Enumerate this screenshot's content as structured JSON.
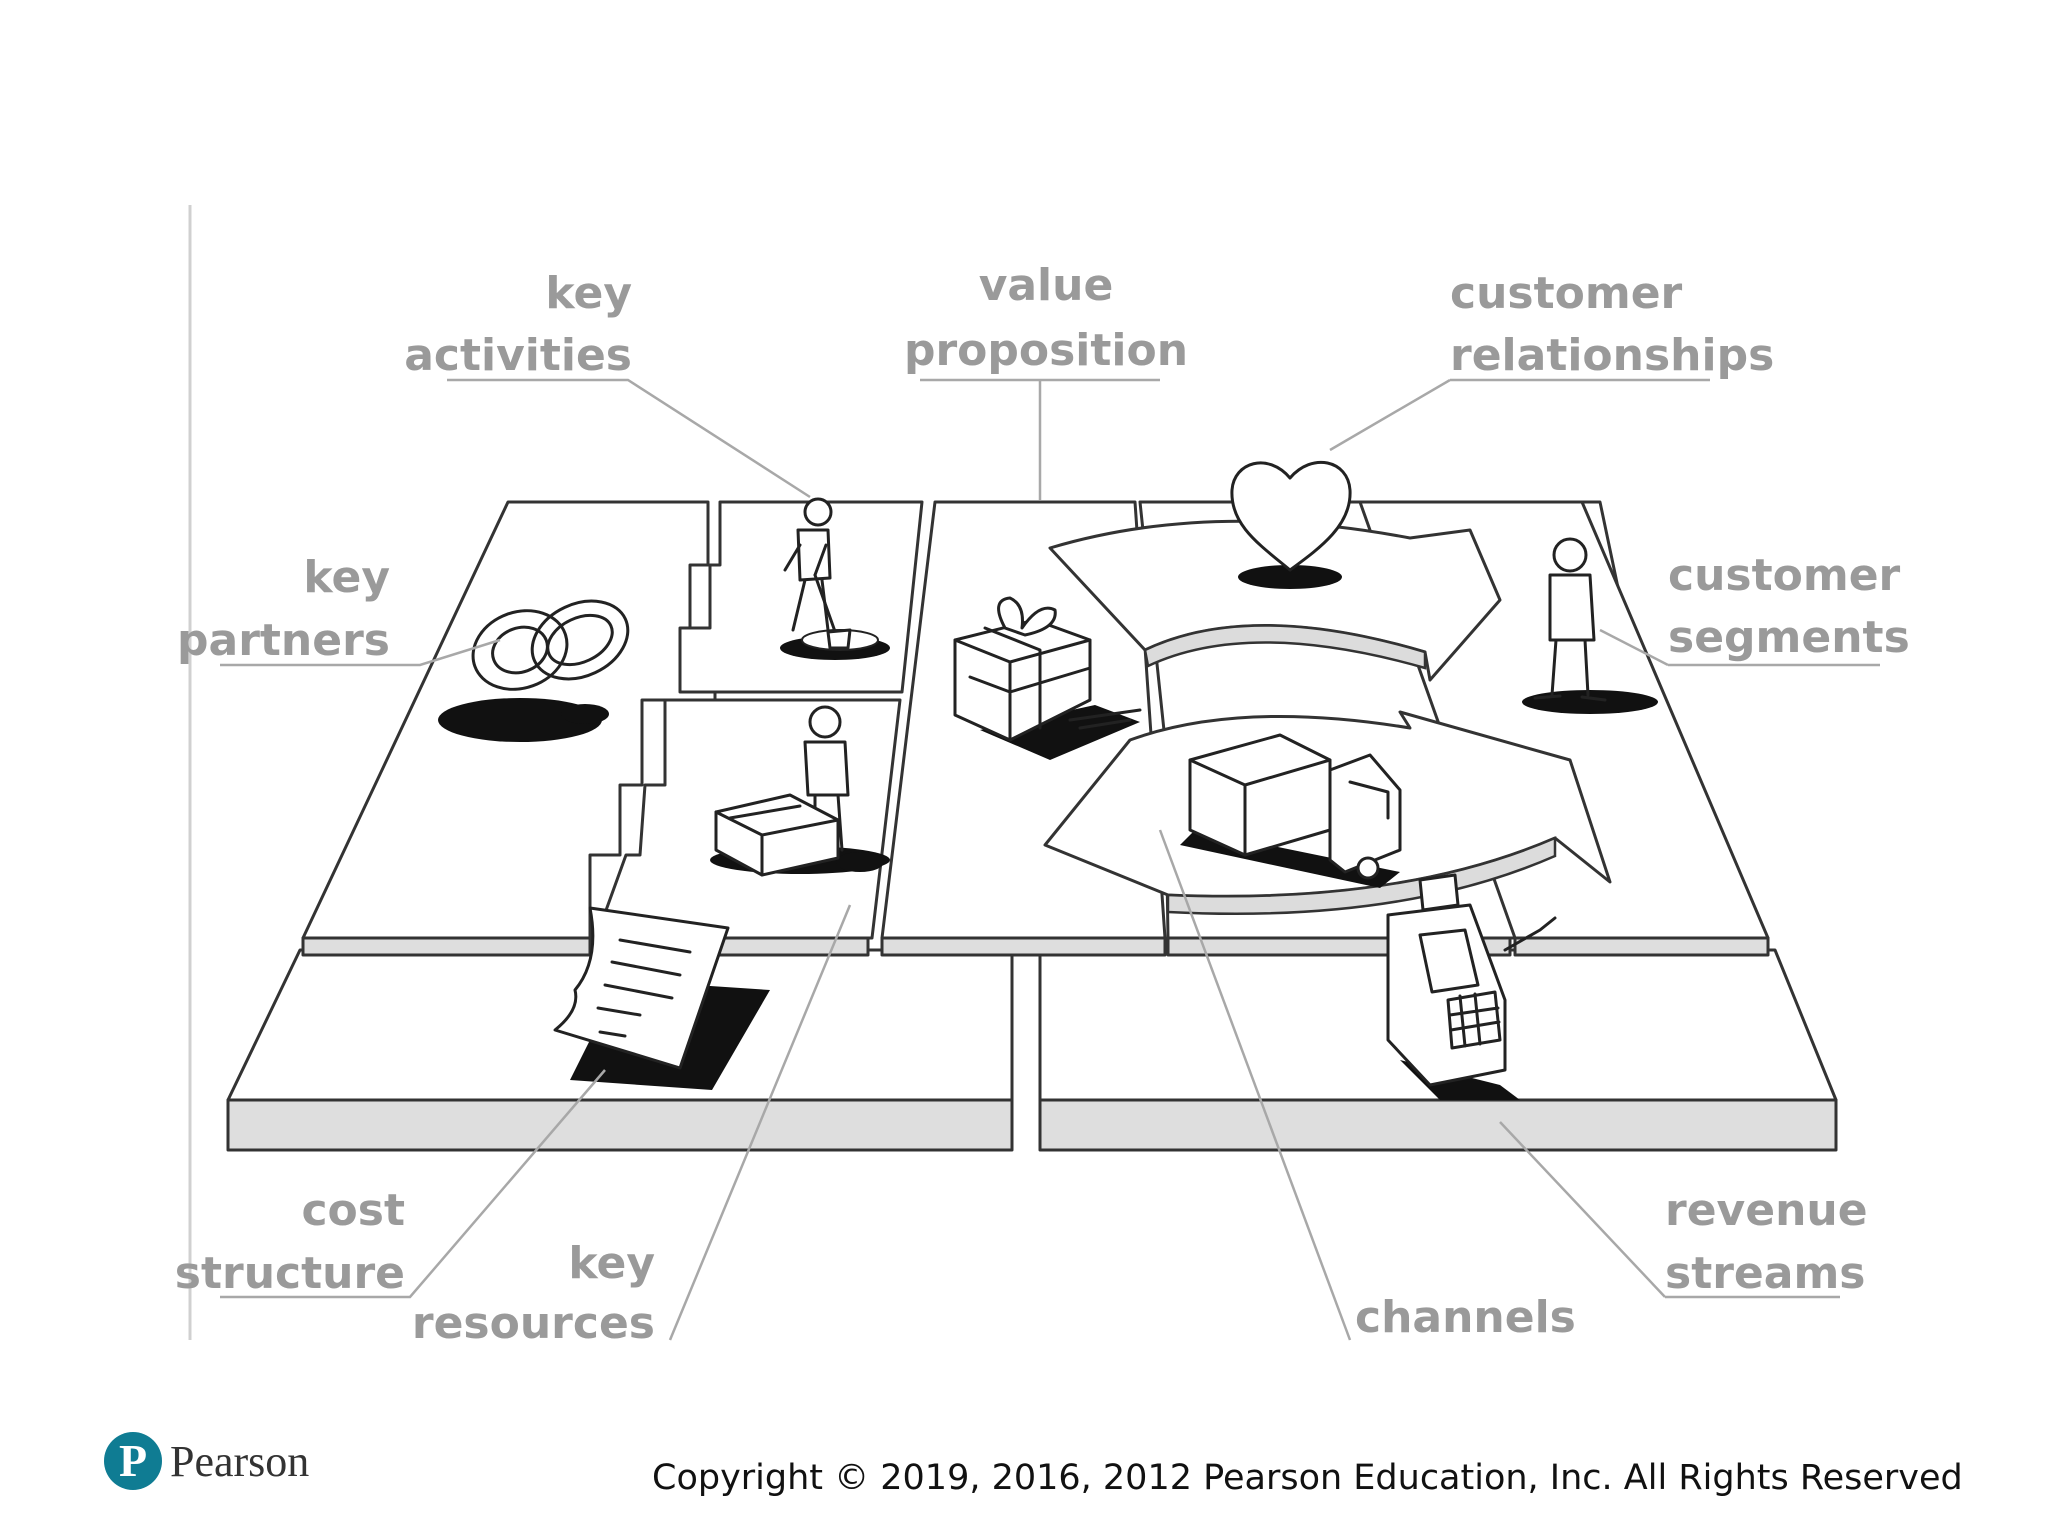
{
  "diagram": {
    "labels": {
      "key_activities": [
        "key",
        "activities"
      ],
      "value_proposition": [
        "value",
        "proposition"
      ],
      "customer_relationships": [
        "customer",
        "relationships"
      ],
      "key_partners": [
        "key",
        "partners"
      ],
      "customer_segments": [
        "customer",
        "segments"
      ],
      "cost_structure": [
        "cost",
        "structure"
      ],
      "key_resources": [
        "key",
        "resources"
      ],
      "channels": [
        "channels"
      ],
      "revenue_streams": [
        "revenue",
        "streams"
      ]
    },
    "icons": [
      "rings-icon",
      "digging-person-icon",
      "worker-with-package-icon",
      "contract-document-icon",
      "gift-box-icon",
      "heart-icon",
      "delivery-truck-icon",
      "person-standing-icon",
      "cash-register-icon"
    ]
  },
  "footer": {
    "logo_letter": "P",
    "logo_text": "Pearson",
    "copyright": "Copyright © 2019, 2016, 2012 Pearson Education, Inc. All Rights Reserved"
  },
  "colors": {
    "label_gray": "#9a9a9a",
    "pearson_teal": "#0f7c93",
    "ink": "#222222"
  }
}
